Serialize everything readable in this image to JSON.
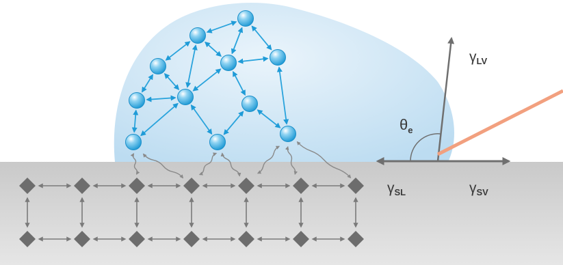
{
  "labels": {
    "gamma_lv": {
      "main": "γ",
      "sub": "LV"
    },
    "gamma_sl": {
      "main": "γ",
      "sub": "SL"
    },
    "gamma_sv": {
      "main": "γ",
      "sub": "SV"
    },
    "theta_e": {
      "main": "θ",
      "sub": "e"
    }
  },
  "colors": {
    "droplet": "#d6e9f6",
    "molecule": "#28a8e0",
    "molecule_bond": "#29a3dc",
    "substrate": "#d2d2d2",
    "substrate_atom": "#6d6d6d",
    "interaction": "#8a8a8a",
    "vector": "#6f6f6f",
    "contact_line": "#f2a07f"
  },
  "icons": {
    "molecule": "sphere",
    "substrate_atom": "diamond",
    "bond": "double-headed-arrow",
    "interaction": "wavy-double-headed-arrow"
  }
}
